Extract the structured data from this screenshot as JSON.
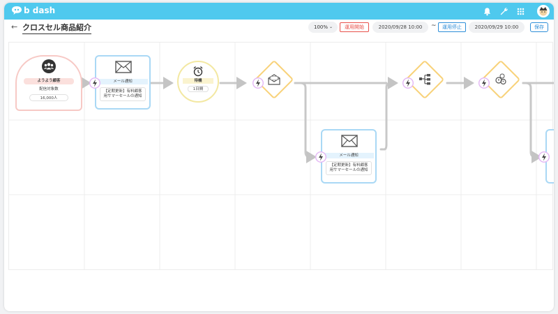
{
  "app": {
    "logo_text": "b dash"
  },
  "header": {
    "back_label": "←",
    "title": "クロスセル商品紹介",
    "zoom": "100%",
    "status_active_label": "運用開始",
    "start_datetime": "2020/09/28 10:00",
    "range_separator": "~",
    "status_stop_label": "運用停止",
    "end_datetime": "2020/09/29 10:00",
    "save_label": "保存"
  },
  "colors": {
    "topbar": "#4fc9ee",
    "active_red": "#e8504a",
    "stop_blue": "#2d8ed8",
    "segment_pink": "#f7c9c5",
    "mail_blue": "#a9d8f5",
    "wait_yellow": "#f3e8a2",
    "condition_orange": "#f8d27a",
    "trigger_purple": "#e3b6f4",
    "connector_gray": "#c8c8c8",
    "grid_line": "#ececec"
  },
  "flow": {
    "segment": {
      "name": "ようよう顧客",
      "count_label": "配信対象数",
      "count_value": "16,000人",
      "icon": "users-icon"
    },
    "mail_1": {
      "label": "メール通知",
      "body": "【定期更新】有料顧客用サマーセールの通知",
      "icon": "envelope-icon"
    },
    "wait": {
      "label": "待機",
      "duration": "1日間",
      "icon": "alarm-clock-icon"
    },
    "condition_open": {
      "icon": "envelope-open-icon"
    },
    "condition_branch": {
      "icon": "branch-tree-icon"
    },
    "condition_people": {
      "icon": "people-chat-icon"
    },
    "mail_2": {
      "label": "メール通知",
      "body": "【定期更新】有料顧客用サマーセールの通知",
      "icon": "envelope-icon"
    },
    "trigger_icon": "lightning-icon"
  }
}
